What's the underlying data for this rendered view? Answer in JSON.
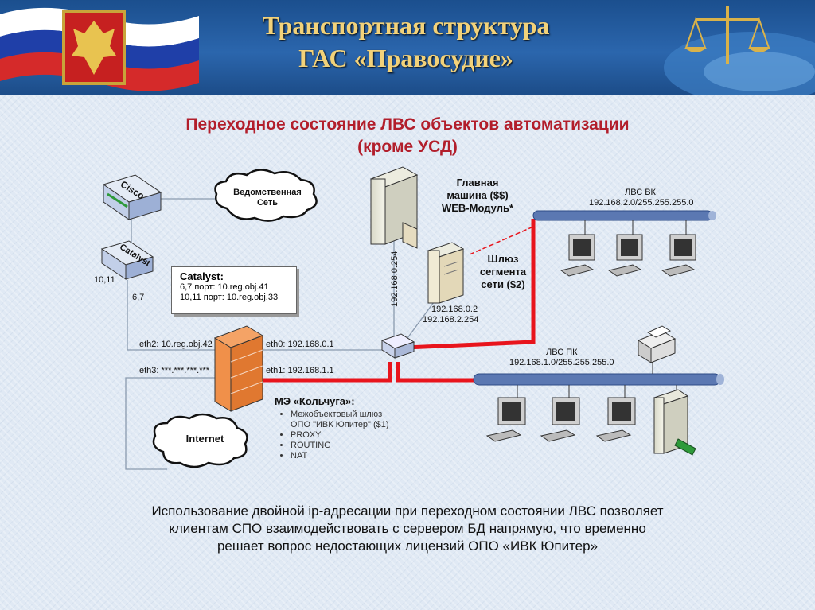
{
  "header": {
    "title_line1": "Транспортная структура",
    "title_line2": "ГАС «Правосудие»"
  },
  "subtitle_line1": "Переходное состояние ЛВС объектов автоматизации",
  "subtitle_line2": "(кроме УСД)",
  "nodes": {
    "cisco": "Cisco",
    "catalyst": "Catalyst",
    "dept_net_line1": "Ведомственная",
    "dept_net_line2": "Сеть",
    "internet": "Internet",
    "main_machine_line1": "Главная",
    "main_machine_line2": "машина ($$)",
    "main_machine_line3": "WEB-Модуль*",
    "gateway_line1": "Шлюз",
    "gateway_line2": "сегмента",
    "gateway_line3": "сети ($2)",
    "lan_vk_title": "ЛВС ВК",
    "lan_vk_addr": "192.168.2.0/255.255.255.0",
    "lan_pk_title": "ЛВС ПК",
    "lan_pk_addr": "192.168.1.0/255.255.255.0"
  },
  "labels": {
    "port_1011": "10,11",
    "port_67": "6,7",
    "eth2": "eth2: 10.reg.obj.42",
    "eth3": "eth3: ***.***.***.***",
    "eth0": "eth0: 192.168.0.1",
    "eth1": "eth1: 192.168.1.1",
    "main_ip": "192.168.0.254",
    "gw_ip1": "192.168.0.2",
    "gw_ip2": "192.168.2.254"
  },
  "catalyst_box": {
    "title": "Catalyst:",
    "line1": "6,7 порт: 10.reg.obj.41",
    "line2": "10,11 порт: 10.reg.obj.33"
  },
  "firewall": {
    "title": "МЭ «Кольчуга»:",
    "items": [
      "Межобъектовый шлюз ОПО \"ИВК Юпитер\" ($1)",
      "PROXY",
      "ROUTING",
      "NAT"
    ]
  },
  "bottom_text": {
    "line1": "Использование двойной ip-адресации при переходном состоянии ЛВС позволяет",
    "line2": "клиентам СПО взаимодействовать с сервером БД напрямую, что временно",
    "line3": "решает вопрос недостающих лицензий ОПО «ИВК Юпитер»"
  },
  "colors": {
    "title": "#f2d27a",
    "subtitle": "#b21e2b",
    "red_link": "#e8141c",
    "header_bg": "#2b66ad"
  }
}
